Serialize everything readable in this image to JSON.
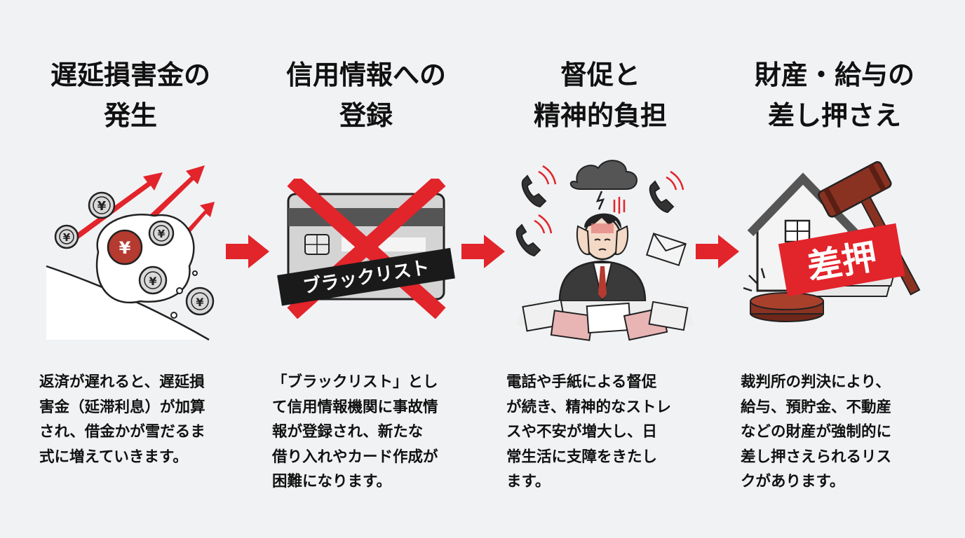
{
  "colors": {
    "accent_red": "#e2242b",
    "dark": "#222222",
    "background": "#f1f2f4",
    "gavel_brown": "#8a3222"
  },
  "steps": [
    {
      "title": [
        "遅延損害金の",
        "発生"
      ],
      "icon": "snowball-coins-rising-arrows",
      "coin_symbol": "¥",
      "description": [
        "返済が遅れると、遅延損",
        "害金（延滞利息）が加算",
        "され、借金かが雪だるま",
        "式に増えていきます。"
      ]
    },
    {
      "title": [
        "信用情報への",
        "登録"
      ],
      "icon": "crossed-credit-card",
      "card_label": "ブラックリスト",
      "description": [
        "「ブラックリスト」とし",
        "て信用情報機関に事故情",
        "報が登録され、新たな",
        "借り入れやカード作成が",
        "困難になります。"
      ]
    },
    {
      "title": [
        "督促と",
        "精神的負担"
      ],
      "icon": "stressed-man-phones-letters",
      "description": [
        "電話や手紙による督促",
        "が続き、精神的なストレ",
        "スや不安が増大し、日",
        "常生活に支障をきたし",
        "ます。"
      ]
    },
    {
      "title": [
        "財産・給与の",
        "差し押さえ"
      ],
      "icon": "gavel-house-money",
      "seizure_label": "差押",
      "description": [
        "裁判所の判決により、",
        "給与、預貯金、不動産",
        "などの財産が強制的に",
        "差し押さえられるリス",
        "クがあります。"
      ]
    }
  ],
  "flow_arrows": [
    "arrow-right-icon",
    "arrow-right-icon",
    "arrow-right-icon"
  ]
}
